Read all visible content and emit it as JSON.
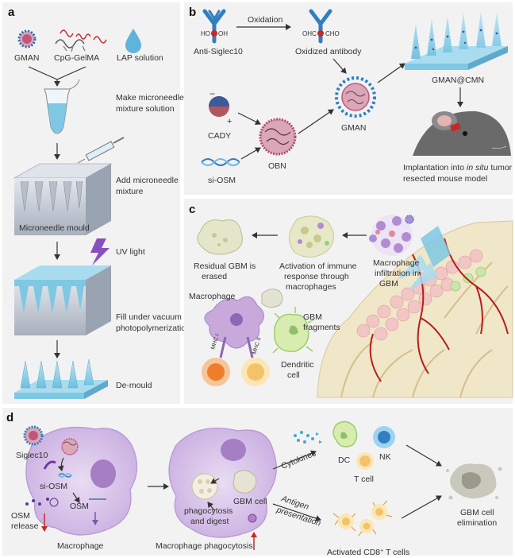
{
  "panels": {
    "a": {
      "label": "a",
      "gman": "GMAN",
      "cpg": "CpG-GelMA",
      "lap": "LAP solution",
      "make_line1": "Make microneedle",
      "make_line2": "mixture solution",
      "add_line1": "Add microneedle",
      "add_line2": "mixture",
      "mould": "Microneedle mould",
      "uv": "UV light",
      "fill_line1": "Fill under vacuum and",
      "fill_line2": "photopolymerization",
      "demould": "De-mould"
    },
    "b": {
      "label": "b",
      "anti": "Anti-Siglec10",
      "oxidation": "Oxidation",
      "oxidized": "Oxidized antibody",
      "ho": "HO",
      "oh": "OH",
      "ohc": "OHC",
      "cho": "CHO",
      "gman_cmn": "GMAN@CMN",
      "cady": "CADY",
      "minus": "−",
      "plus": "+",
      "gman": "GMAN",
      "obn": "OBN",
      "siosm": "si-OSM",
      "impl_line1": "Implantation into",
      "impl_italic": "in situ",
      "impl_line1_end": "tumor",
      "impl_line2": "resected mouse model"
    },
    "c": {
      "label": "c",
      "residual_line1": "Residual GBM is",
      "residual_line2": "erased",
      "activation_line1": "Activation of immune",
      "activation_line2": "response through",
      "activation_line3": "macrophages",
      "infil_line1": "Macrophage",
      "infil_line2": "infiltration in",
      "infil_line3": "GBM",
      "macrophage": "Macrophage",
      "gbm_frag_line1": "GBM",
      "gbm_frag_line2": "fragments",
      "dendritic_line1": "Dendritic",
      "dendritic_line2": "cell",
      "mhc1": "MHC I",
      "mhc2": "MHC II"
    },
    "d": {
      "label": "d",
      "siglec10": "Siglec10",
      "siosm": "si-OSM",
      "osm": "OSM",
      "osm_release_line1": "OSM",
      "osm_release_line2": "release",
      "macrophage": "Macrophage",
      "gbm_cell": "GBM cell",
      "phago_line1": "phagocytosis",
      "phago_line2": "and digest",
      "macro_phago": "Macrophage phagocytosis",
      "cytokines": "Cytokines",
      "antigen_line1": "Antigen",
      "antigen_line2": "presentation",
      "dc": "DC",
      "nk": "NK",
      "tcell": "T cell",
      "elim_line1": "GBM cell",
      "elim_line2": "elimination",
      "cd8_pre": "Activated CD8",
      "cd8_sup": "+",
      "cd8_post": " T cells"
    }
  },
  "colors": {
    "panel_bg": "#f2f2f2",
    "membrane": "#c7a9dc",
    "nucleus": "#a57ec4",
    "needle": "#7ec8e3",
    "mould": "#c9cfd8",
    "arrow": "#333333",
    "red_arrow": "#c62828",
    "brain": "#f0e6c8",
    "vessel": "#b71c1c",
    "antibody": "#2f7fc1"
  }
}
